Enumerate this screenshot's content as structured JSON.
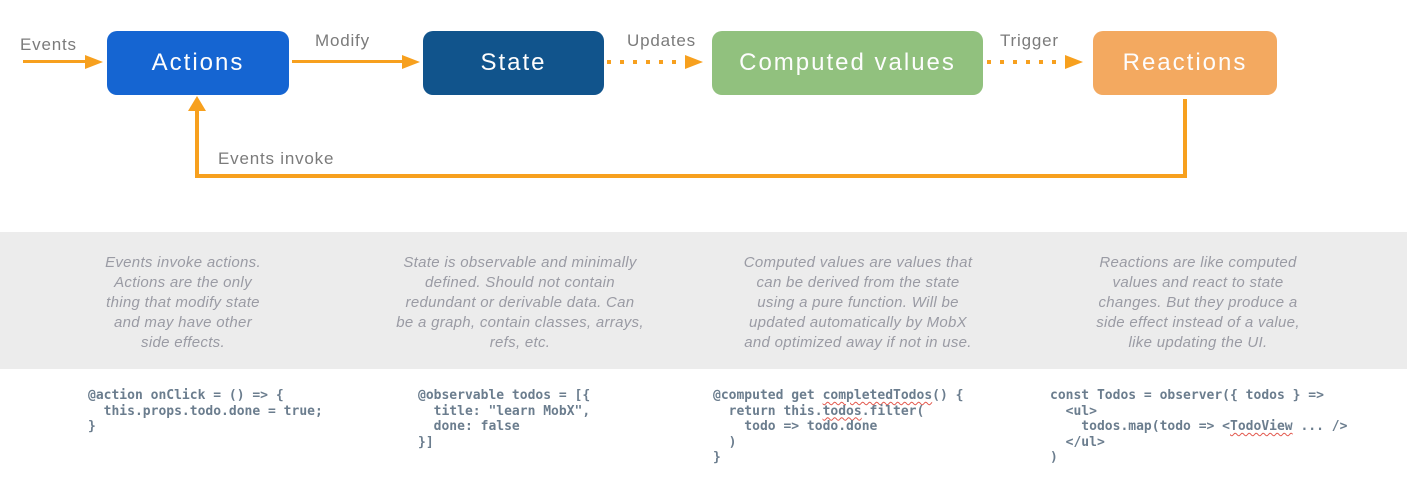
{
  "colors": {
    "arrow_orange": "#f7a01e",
    "node_actions_blue": "#1565d2",
    "node_state_dark_blue": "#11548c",
    "node_computed_green": "#91c17e",
    "node_reactions_orange": "#f3a960",
    "band_gray": "#ececec",
    "edge_label_gray": "#7b7b7b",
    "description_gray": "#9a9ba4",
    "code_slate": "#6b7d8e",
    "spellcheck_squiggle_red": "#e2574c"
  },
  "diagram": {
    "nodes": [
      {
        "id": "actions",
        "label": "Actions",
        "color": "#1565d2"
      },
      {
        "id": "state",
        "label": "State",
        "color": "#11548c"
      },
      {
        "id": "computed",
        "label": "Computed values",
        "color": "#91c17e"
      },
      {
        "id": "reactions",
        "label": "Reactions",
        "color": "#f3a960"
      }
    ],
    "edge_labels": {
      "events": "Events",
      "modify": "Modify",
      "updates": "Updates",
      "trigger": "Trigger",
      "feedback": "Events invoke"
    }
  },
  "descriptions": [
    {
      "lines": [
        "Events invoke actions.",
        "Actions are the only",
        "thing that modify state",
        "and may have other",
        "side effects."
      ]
    },
    {
      "lines": [
        "State is observable and minimally",
        "defined. Should not contain",
        "redundant or derivable data. Can",
        "be a graph, contain classes, arrays,",
        "refs, etc."
      ]
    },
    {
      "lines": [
        "Computed values are values that",
        "can be derived from the state",
        "using a pure function. Will be",
        "updated automatically by MobX",
        "and optimized away if not in use."
      ]
    },
    {
      "lines": [
        "Reactions are like computed",
        "values and react to state",
        "changes. But they produce a",
        "side effect instead of a value,",
        "like updating the UI."
      ]
    }
  ],
  "code_samples": [
    {
      "lines": [
        [
          {
            "t": "@action onClick = () => {"
          }
        ],
        [
          {
            "t": "  this.props.todo.done = true;"
          }
        ],
        [
          {
            "t": "}"
          }
        ]
      ]
    },
    {
      "lines": [
        [
          {
            "t": "@observable todos = [{"
          }
        ],
        [
          {
            "t": "  title: \"learn MobX\","
          }
        ],
        [
          {
            "t": "  done: false"
          }
        ],
        [
          {
            "t": "}]"
          }
        ]
      ]
    },
    {
      "lines": [
        [
          {
            "t": "@computed get "
          },
          {
            "t": "completedTodos",
            "wavy": true
          },
          {
            "t": "() {"
          }
        ],
        [
          {
            "t": "  return this."
          },
          {
            "t": "todos",
            "wavy": true
          },
          {
            "t": ".filter("
          }
        ],
        [
          {
            "t": "    todo => todo.done"
          }
        ],
        [
          {
            "t": "  )"
          }
        ],
        [
          {
            "t": "}"
          }
        ]
      ]
    },
    {
      "lines": [
        [
          {
            "t": "const Todos = observer({ todos } =>"
          }
        ],
        [
          {
            "t": "  <ul>"
          }
        ],
        [
          {
            "t": "    todos.map(todo => <"
          },
          {
            "t": "TodoView",
            "wavy": true
          },
          {
            "t": " ... />"
          }
        ],
        [
          {
            "t": "  </ul>"
          }
        ],
        [
          {
            "t": ")"
          }
        ]
      ]
    }
  ]
}
